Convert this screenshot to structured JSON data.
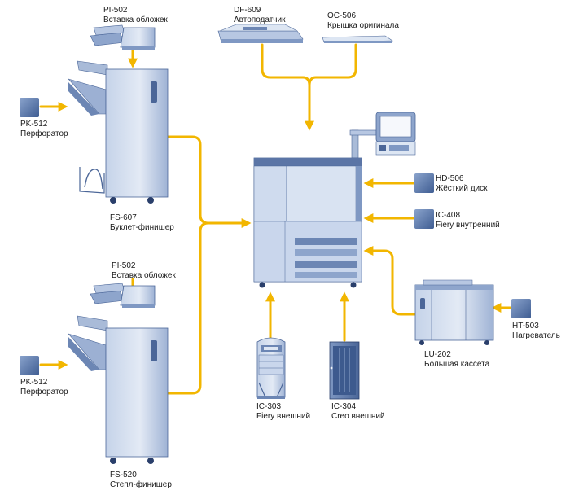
{
  "colors": {
    "connector": "#f2b600",
    "device_light": "#dde6f3",
    "device_mid": "#a9bbd8",
    "device_dark": "#6c86b4",
    "device_edge": "#4b6698",
    "wheel": "#2a3f6b",
    "box_icon": "#5f7fb4"
  },
  "labels": {
    "pi502_top": {
      "model": "PI-502",
      "desc": "Вставка обложек"
    },
    "df609": {
      "model": "DF-609",
      "desc": "Автоподатчик"
    },
    "oc506": {
      "model": "OC-506",
      "desc": "Крышка оригинала"
    },
    "pk512_top": {
      "model": "PK-512",
      "desc": "Перфоратор"
    },
    "fs607": {
      "model": "FS-607",
      "desc": "Буклет-финишер"
    },
    "hd506": {
      "model": "HD-506",
      "desc": "Жёсткий диск"
    },
    "ic408": {
      "model": "IC-408",
      "desc": "Fiery внутренний"
    },
    "pi502_bottom": {
      "model": "PI-502",
      "desc": "Вставка обложек"
    },
    "pk512_bottom": {
      "model": "PK-512",
      "desc": "Перфоратор"
    },
    "fs520": {
      "model": "FS-520",
      "desc": "Степл-финишер"
    },
    "ic303": {
      "model": "IC-303",
      "desc": "Fiery внешний"
    },
    "ic304": {
      "model": "IC-304",
      "desc": "Creo внешний"
    },
    "lu202": {
      "model": "LU-202",
      "desc": "Большая кассета"
    },
    "ht503": {
      "model": "HT-503",
      "desc": "Нагреватель"
    }
  }
}
